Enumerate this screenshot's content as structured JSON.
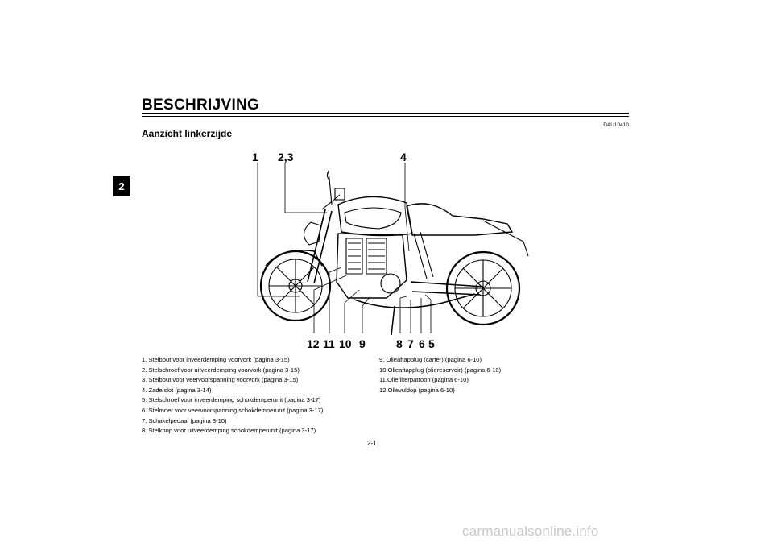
{
  "section_tab": "2",
  "page": {
    "title": "BESCHRIJVING",
    "doc_code": "DAU10410",
    "subtitle": "Aanzicht linkerzijde",
    "page_number": "2-1"
  },
  "callouts": {
    "c1": "1",
    "c23": "2,3",
    "c4": "4",
    "c12": "12",
    "c11": "11",
    "c10": "10",
    "c9": "9",
    "c8": "8",
    "c7": "7",
    "c6": "6",
    "c5": "5"
  },
  "legend_left": [
    "1.  Stelbout voor inveerdemping voorvork (pagina 3-15)",
    "2.  Stelschroef voor uitveerdemping voorvork (pagina 3-15)",
    "3.  Stelbout voor veervoorspanning voorvork (pagina 3-15)",
    "4.  Zadelslot (pagina 3-14)",
    "5.  Stelschroef voor inveerdemping schokdemperunit (pagina 3-17)",
    "6.  Stelmoer voor veervoorspanning schokdemperunit (pagina 3-17)",
    "7.  Schakelpedaal (pagina 3-10)",
    "8.  Stelknop voor uitveerdemping schokdemperunit (pagina 3-17)"
  ],
  "legend_right": [
    "9.  Olieaftapplug (carter) (pagina 6-10)",
    "10.Olieaftapplug (oliereservoir) (pagina 6-10)",
    "11.Oliefilterpatroon (pagina 6-10)",
    "12.Olievuldop (pagina 6-10)"
  ],
  "watermark": "carmanualsonline.info",
  "illustration_icon": "motorcycle-left-side-icon"
}
